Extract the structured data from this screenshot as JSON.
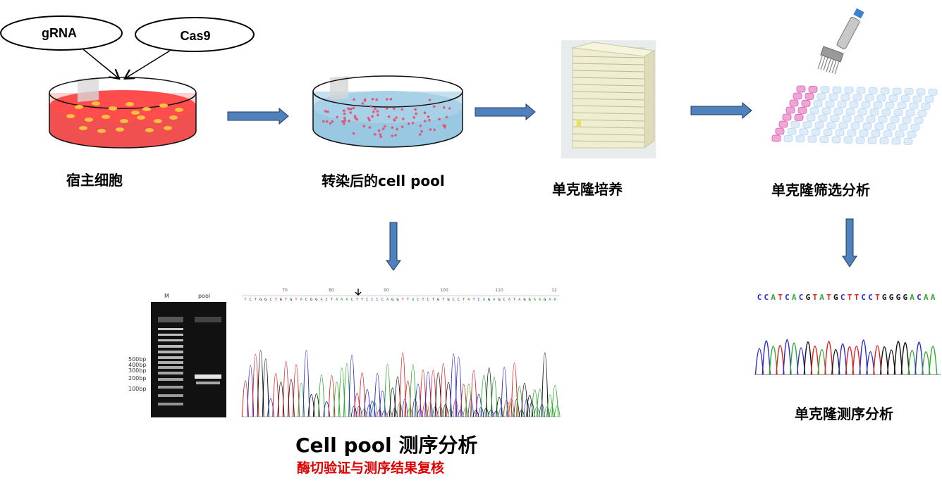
{
  "inputs": {
    "grna": "gRNA",
    "cas9": "Cas9"
  },
  "steps": {
    "host_cells": "宿主细胞",
    "cell_pool": "转染后的cell pool",
    "clone_culture": "单克隆培养",
    "clone_screen": "单克隆筛选分析",
    "clone_seq": "单克隆测序分析"
  },
  "pool_analysis": {
    "title": "Cell pool 测序分析",
    "subtitle": "酶切验证与测序结果复核"
  },
  "gel": {
    "lane_m": "M",
    "lane_pool": "pool",
    "markers": [
      "500bp",
      "400bp",
      "300bp",
      "200bp",
      "100bp"
    ]
  },
  "seq_pool_ticks": [
    "70",
    "80",
    "90",
    "100",
    "110",
    "12"
  ],
  "seq_clone_letters": "CCATCACGTATGCTTCCTGGGGACAA",
  "colors": {
    "arrow": "#4f81bd",
    "arrow_stroke": "#1f3a60",
    "subtitle": "#e00000",
    "A": "#2eaa2e",
    "C": "#2a2ad0",
    "G": "#111111",
    "T": "#e02020"
  }
}
